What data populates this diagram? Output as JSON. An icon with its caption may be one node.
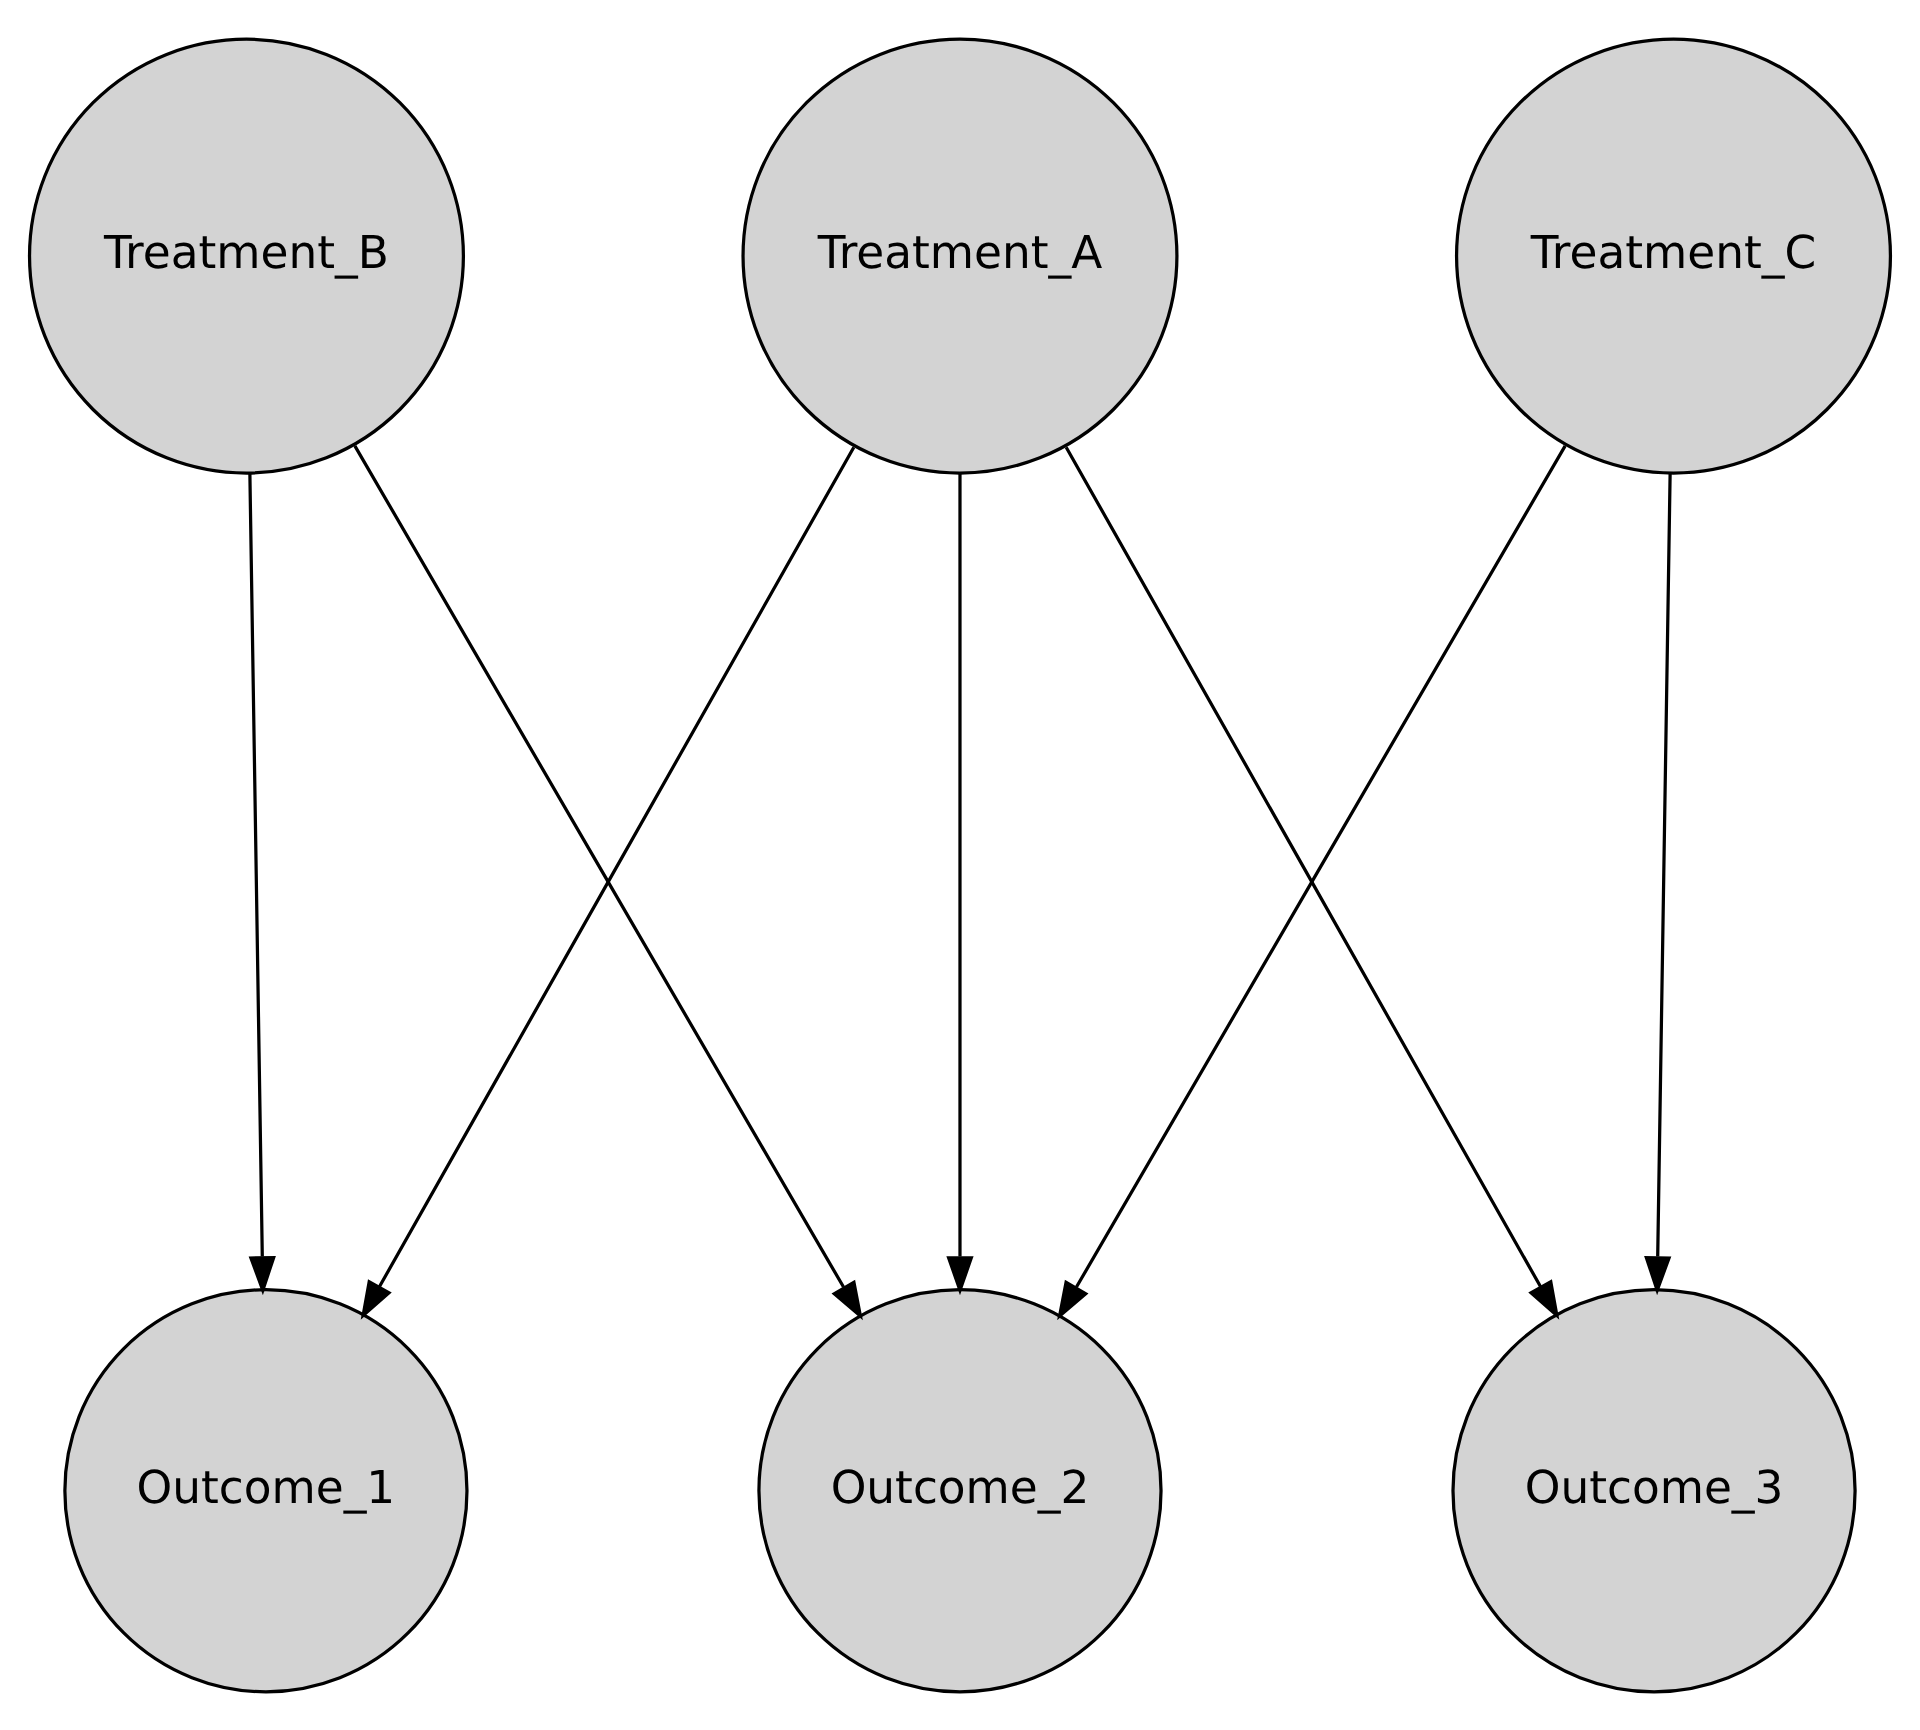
{
  "diagram": {
    "nodes": [
      {
        "text": [
          "Treatment_A"
        ]
      },
      {
        "text": [
          "Treatment_B"
        ]
      },
      {
        "text": [
          "Treatment_C"
        ]
      },
      {
        "text": [
          "Outcome_1"
        ]
      },
      {
        "text": [
          "Outcome_2"
        ]
      },
      {
        "text": [
          "Outcome_3"
        ]
      }
    ],
    "edges": [
      {
        "from": 0,
        "to": 3,
        "arrow": "to"
      },
      {
        "from": 0,
        "to": 4,
        "arrow": "to"
      },
      {
        "from": 0,
        "to": 5,
        "arrow": "to"
      },
      {
        "from": 1,
        "to": 3,
        "arrow": "to"
      },
      {
        "from": 1,
        "to": 4,
        "arrow": "to"
      },
      {
        "from": 2,
        "to": 4,
        "arrow": "to"
      },
      {
        "from": 2,
        "to": 5,
        "arrow": "to"
      }
    ]
  }
}
